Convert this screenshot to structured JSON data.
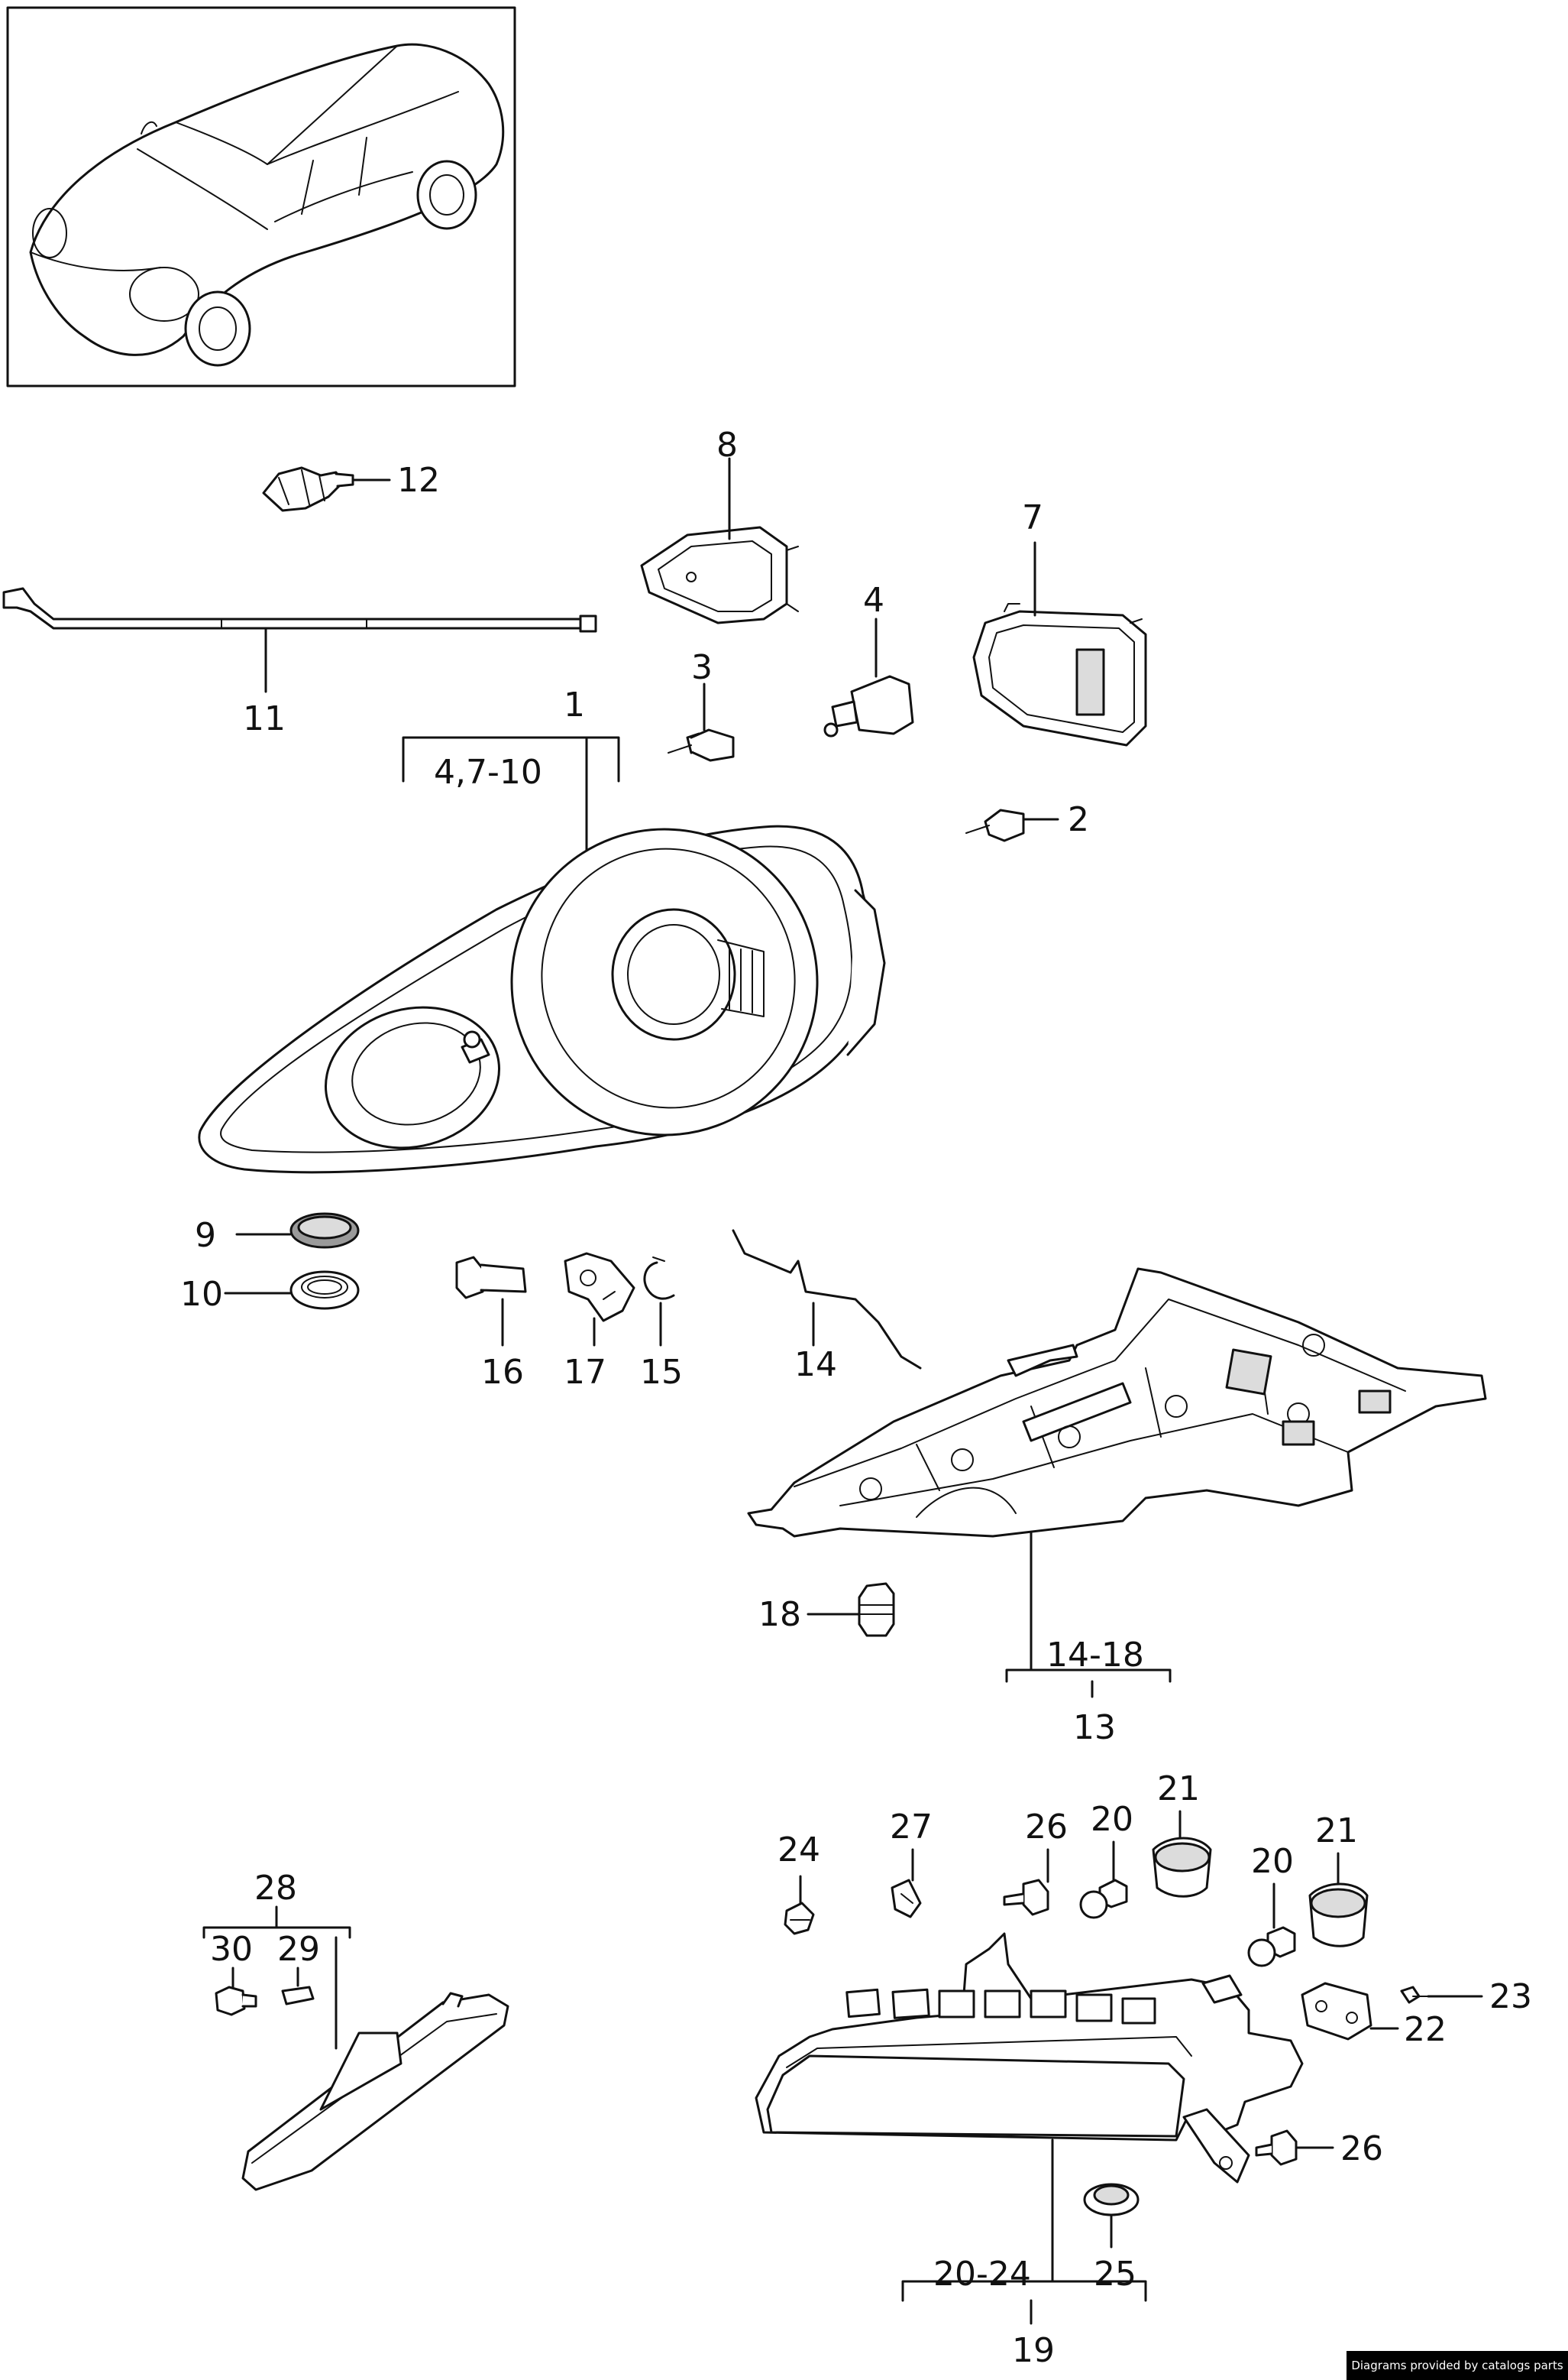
{
  "callouts": {
    "c1": "1",
    "c1_range": "4,7-10",
    "c2": "2",
    "c3": "3",
    "c4": "4",
    "c7": "7",
    "c8": "8",
    "c9": "9",
    "c10": "10",
    "c11": "11",
    "c12": "12",
    "c13": "13",
    "c13_range": "14-18",
    "c14": "14",
    "c15": "15",
    "c16": "16",
    "c17": "17",
    "c18": "18",
    "c19": "19",
    "c19_range_a": "20-24",
    "c19_range_b": "25",
    "c20a": "20",
    "c20b": "20",
    "c21a": "21",
    "c21b": "21",
    "c22": "22",
    "c23": "23",
    "c24": "24",
    "c26a": "26",
    "c26b": "26",
    "c27": "27",
    "c28": "28",
    "c29": "29",
    "c30": "30"
  },
  "footer": {
    "credit": "Diagrams provided by catalogs parts"
  }
}
